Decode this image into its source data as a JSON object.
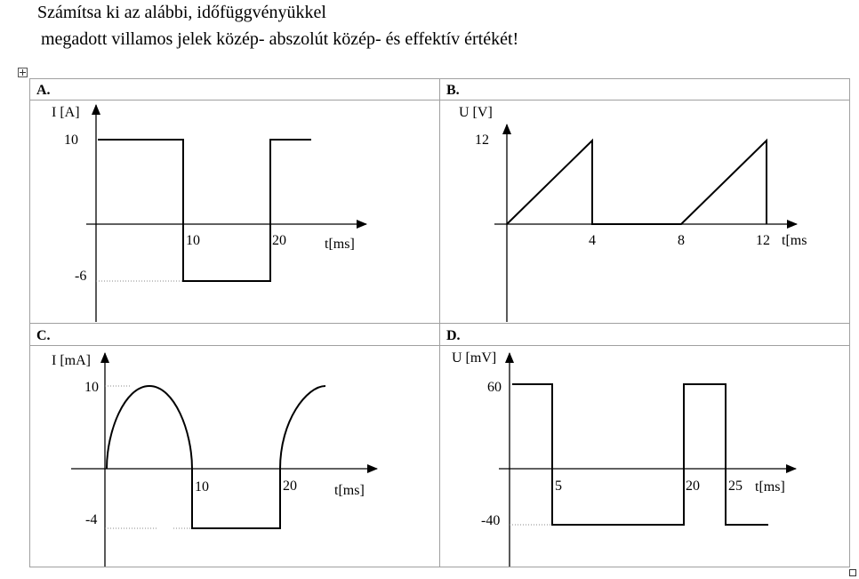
{
  "header": {
    "line1": "Számítsa ki az alábbi, időfüggvényükkel",
    "line2": "megadott villamos jelek közép- abszolút közép- és effektív értékét!"
  },
  "panels": {
    "a": {
      "label": "A.",
      "y_axis_label": "I [A]",
      "x_axis_label": "t[ms]",
      "y_ticks": [
        "10",
        "-6"
      ],
      "x_ticks": [
        "10",
        "20"
      ]
    },
    "b": {
      "label": "B.",
      "y_axis_label": "U [V]",
      "x_axis_label": "t[ms",
      "y_ticks": [
        "12"
      ],
      "x_ticks": [
        "4",
        "8",
        "12"
      ]
    },
    "c": {
      "label": "C.",
      "y_axis_label": "I [mA]",
      "x_axis_label": "t[ms]",
      "y_ticks": [
        "10",
        "-4"
      ],
      "x_ticks": [
        "10",
        "20"
      ]
    },
    "d": {
      "label": "D.",
      "y_axis_label": "U [mV]",
      "x_axis_label": "t[ms]",
      "y_ticks": [
        "60",
        "-40"
      ],
      "x_ticks": [
        "5",
        "20",
        "25"
      ]
    }
  }
}
